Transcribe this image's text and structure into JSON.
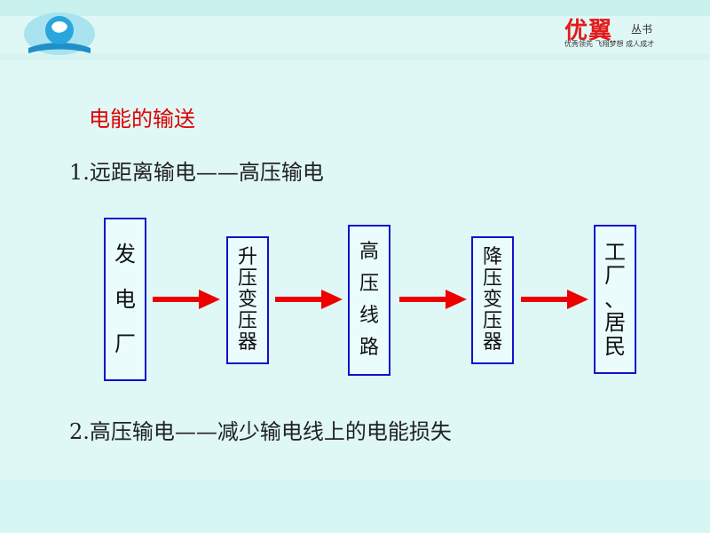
{
  "brand": {
    "name": "优翼",
    "series": "丛书",
    "slogan": "优秀领先 飞翔梦想 成人成才"
  },
  "title": "电能的输送",
  "point1": "1.远距离输电——高压输电",
  "point2": "2.高压输电——减少输电线上的电能损失",
  "flow": [
    {
      "lines": [
        "发",
        "电",
        "厂"
      ]
    },
    {
      "lines": [
        "升",
        "压",
        "变",
        "压",
        "器"
      ]
    },
    {
      "lines": [
        "高",
        "压",
        "线",
        "路"
      ]
    },
    {
      "lines": [
        "降",
        "压",
        "变",
        "压",
        "器"
      ]
    },
    {
      "lines": [
        "工",
        "厂",
        "、",
        "居",
        "民"
      ]
    }
  ],
  "colors": {
    "title": "#e00000",
    "arrow": "#ee0000",
    "box_border": "#1111cc",
    "background": "#dff8f6"
  },
  "icons": [
    "logo-icon",
    "arrow-icon"
  ]
}
